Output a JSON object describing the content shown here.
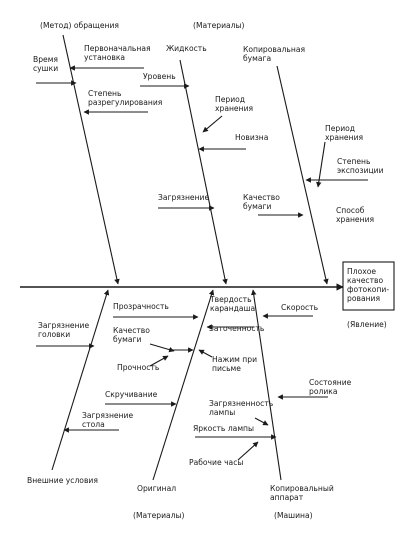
{
  "top_labels": {
    "method": "(Метод) обращения",
    "materials": "(Материалы)"
  },
  "effect": {
    "lines": [
      "Плохое",
      "качество",
      "фотокопи-",
      "рования"
    ],
    "tag": "(Явление)"
  },
  "method_factors": {
    "drying_time": [
      "Время",
      "сушки"
    ],
    "initial_setup": [
      "Первоначальная",
      "установка"
    ],
    "degree_unglue": [
      "Степень",
      "разрегулирования"
    ]
  },
  "liquid_factors": {
    "liquid": "Жидкость",
    "level": "Уровень",
    "storage_period": [
      "Период",
      "хранения"
    ],
    "novelty": "Новизна",
    "contamination": "Загрязнение"
  },
  "copy_paper_factors": {
    "copy_paper": [
      "Копировальная",
      "бумага"
    ],
    "storage_period": [
      "Период",
      "хранения"
    ],
    "exposure_degree": [
      "Степень",
      "экспозиции"
    ],
    "storage_method": [
      "Способ",
      "хранения"
    ],
    "paper_quality": [
      "Качество",
      "бумаги"
    ]
  },
  "external_factors": {
    "head_contamination": [
      "Загрязнение",
      "головки"
    ],
    "table_contamination": [
      "Загрязнение",
      "стола"
    ],
    "bottom_label": "Внешние условия"
  },
  "original_factors": {
    "transparency": "Прозрачность",
    "paper_quality": [
      "Качество",
      "бумаги"
    ],
    "strength": "Прочность",
    "curling": "Скручивание",
    "bottom_label": "Оригинал",
    "tag": "(Материалы)"
  },
  "pencil_factors": {
    "pencil_hardness": [
      "Твердость",
      "карандаша"
    ],
    "sharpness": "Заточенность",
    "writing_pressure": [
      "Нажим при",
      "письме"
    ]
  },
  "machine_factors": {
    "speed": "Скорость",
    "roller_state": [
      "Состояние",
      "ролика"
    ],
    "lamp_contamination": [
      "Загрязненность",
      "лампы"
    ],
    "lamp_brightness": "Яркость лампы",
    "operating_hours": "Рабочие часы",
    "bottom_label": [
      "Копировальный",
      "аппарат"
    ],
    "tag": "(Машина)"
  },
  "colors": {
    "ink": "#1a1a1a",
    "background": "#ffffff"
  }
}
